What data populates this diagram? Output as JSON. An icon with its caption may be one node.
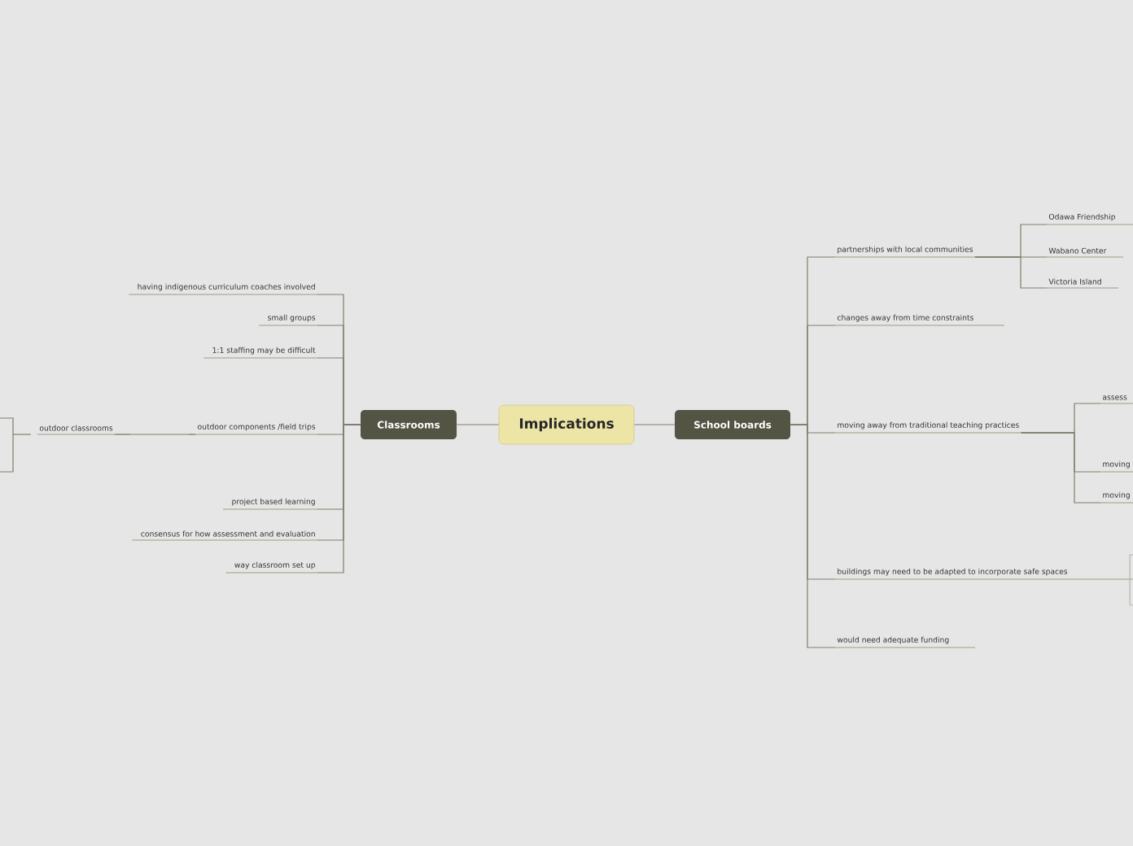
{
  "diagram": {
    "nodes": [
      {
        "text": [
          "Implications"
        ]
      },
      {
        "text": [
          "Classrooms"
        ]
      },
      {
        "text": [
          "School boards"
        ]
      },
      {
        "text": [
          "having indigenous curriculum coaches involved"
        ]
      },
      {
        "text": [
          "small groups"
        ]
      },
      {
        "text": [
          "1:1 staffing may be difficult"
        ]
      },
      {
        "text": [
          "outdoor components /field trips"
        ]
      },
      {
        "text": [
          "project based learning"
        ]
      },
      {
        "text": [
          "consensus for how assessment and evaluation"
        ]
      },
      {
        "text": [
          "way classroom set up"
        ]
      },
      {
        "text": [
          "outdoor classrooms"
        ]
      },
      {
        "text": [
          "partnerships with local communities"
        ]
      },
      {
        "text": [
          "changes away from time constraints"
        ]
      },
      {
        "text": [
          "moving away from traditional teaching practices"
        ]
      },
      {
        "text": [
          "buildings may need to be adapted to incorporate safe spaces"
        ]
      },
      {
        "text": [
          "would need adequate funding"
        ]
      },
      {
        "text": [
          "Odawa Friendship"
        ]
      },
      {
        "text": [
          "Wabano Center"
        ]
      },
      {
        "text": [
          "Victoria Island"
        ]
      },
      {
        "text": [
          "assess"
        ]
      },
      {
        "text": [
          "moving"
        ]
      },
      {
        "text": [
          "moving"
        ]
      }
    ],
    "edges": [
      {
        "from": 0,
        "to": 1,
        "arrow": "none"
      },
      {
        "from": 0,
        "to": 2,
        "arrow": "none"
      },
      {
        "from": 1,
        "to": 3,
        "arrow": "none"
      },
      {
        "from": 1,
        "to": 4,
        "arrow": "none"
      },
      {
        "from": 1,
        "to": 5,
        "arrow": "none"
      },
      {
        "from": 1,
        "to": 6,
        "arrow": "none"
      },
      {
        "from": 1,
        "to": 7,
        "arrow": "none"
      },
      {
        "from": 1,
        "to": 8,
        "arrow": "none"
      },
      {
        "from": 1,
        "to": 9,
        "arrow": "none"
      },
      {
        "from": 6,
        "to": 10,
        "arrow": "none"
      },
      {
        "from": 2,
        "to": 11,
        "arrow": "none"
      },
      {
        "from": 2,
        "to": 12,
        "arrow": "none"
      },
      {
        "from": 2,
        "to": 13,
        "arrow": "none"
      },
      {
        "from": 2,
        "to": 14,
        "arrow": "none"
      },
      {
        "from": 2,
        "to": 15,
        "arrow": "none"
      },
      {
        "from": 11,
        "to": 16,
        "arrow": "none"
      },
      {
        "from": 11,
        "to": 17,
        "arrow": "none"
      },
      {
        "from": 11,
        "to": 18,
        "arrow": "none"
      },
      {
        "from": 13,
        "to": 19,
        "arrow": "none"
      },
      {
        "from": 13,
        "to": 20,
        "arrow": "none"
      },
      {
        "from": 13,
        "to": 21,
        "arrow": "none"
      }
    ]
  }
}
